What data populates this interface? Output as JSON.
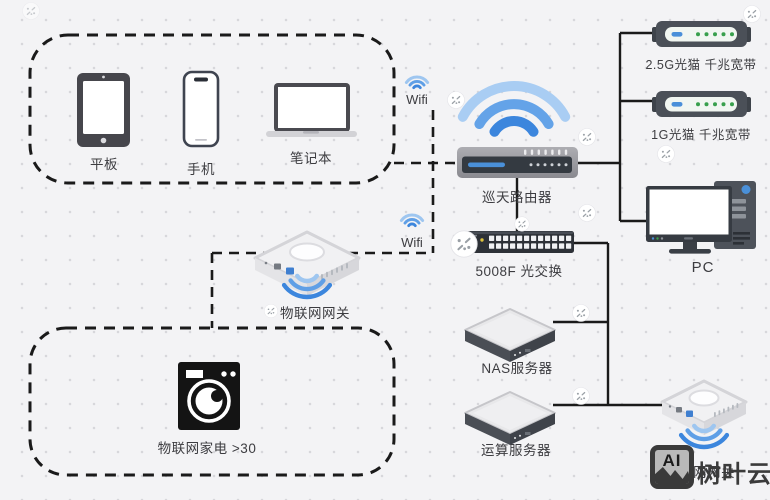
{
  "nodes": {
    "tablet": {
      "label": "平板"
    },
    "phone": {
      "label": "手机"
    },
    "laptop": {
      "label": "笔记本"
    },
    "router": {
      "label": "巡天路由器"
    },
    "modem_25g": {
      "label": "2.5G光猫 千兆宽带"
    },
    "modem_1g": {
      "label": "1G光猫 千兆宽带"
    },
    "pc": {
      "label": "PC"
    },
    "switch": {
      "label": "5008F 光交换"
    },
    "iot_gateway": {
      "label": "物联网网关"
    },
    "iot_appliances": {
      "label": "物联网家电 >30"
    },
    "nas_server": {
      "label": "NAS服务器"
    },
    "compute_server": {
      "label": "运算服务器"
    },
    "iot_gateway_2": {
      "label": "物联网网关"
    }
  },
  "wifi_links": {
    "top": {
      "label": "Wifi"
    },
    "middle": {
      "label": "Wifi"
    }
  },
  "watermark": {
    "icon_text": "AI",
    "text": "树叶云"
  },
  "colors": {
    "background": "#f3f3f5",
    "line": "#1a1a1a",
    "wifi_blue_dark": "#3c86dd",
    "wifi_blue_mid": "#5f9fe6",
    "wifi_blue_light": "#9ec6f0",
    "accent_blue": "#4a90d9",
    "led_green": "#38a04c"
  }
}
